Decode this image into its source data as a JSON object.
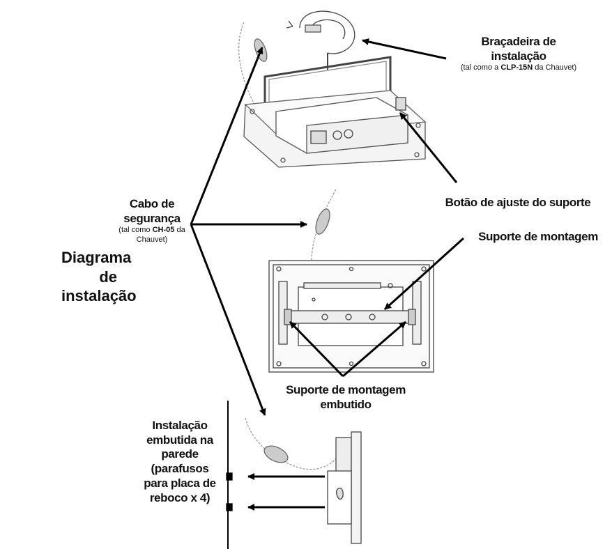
{
  "diagram": {
    "title": "Diagrama de instalação",
    "labels": {
      "clamp": {
        "name": "Braçadeira de instalação",
        "note_prefix": "(tal como a ",
        "note_bold": "CLP-15N",
        "note_suffix": " da Chauvet)"
      },
      "knob": "Botão de ajuste do suporte",
      "bracket": "Suporte de montagem",
      "safety": {
        "name": "Cabo de segurança",
        "note_prefix": "(tal como ",
        "note_bold": "CH-05",
        "note_suffix": " da Chauvet)"
      },
      "recessed_bracket": "Suporte de montagem embutido",
      "wall_install": "Instalação embutida na parede (parafusos para placa de reboco x 4)"
    }
  }
}
